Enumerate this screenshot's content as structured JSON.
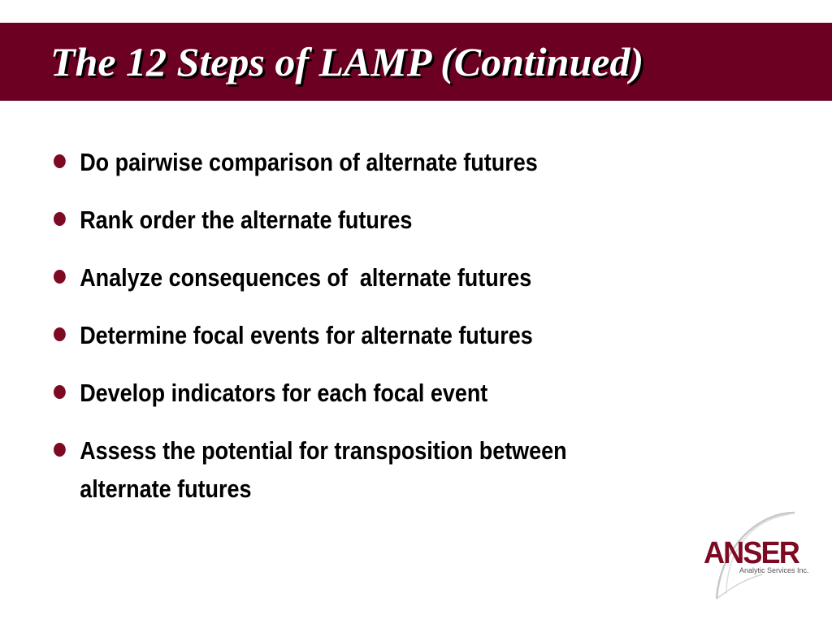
{
  "slide": {
    "title": "The 12 Steps of LAMP (Continued)",
    "bullets": [
      "Do pairwise comparison of alternate futures",
      "Rank order the alternate futures",
      "Analyze consequences of  alternate futures",
      "Determine focal events for alternate futures",
      "Develop indicators for each focal event",
      "Assess the potential for transposition between alternate futures"
    ]
  },
  "logo": {
    "name": "ANSER",
    "subtitle": "Analytic Services Inc."
  },
  "colors": {
    "title_bar": "#6b0022",
    "bullet": "#7d0a22",
    "logo_text": "#7d0a22"
  }
}
